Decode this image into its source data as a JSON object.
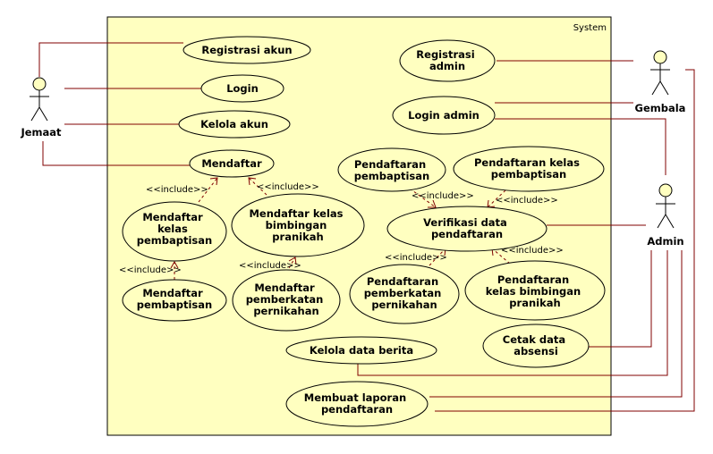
{
  "system": {
    "label": "System"
  },
  "actors": {
    "jemaat": "Jemaat",
    "gembala": "Gembala",
    "admin": "Admin"
  },
  "usecases": {
    "registrasi_akun": "Registrasi akun",
    "login": "Login",
    "kelola_akun": "Kelola akun",
    "mendaftar": "Mendaftar",
    "mendaftar_kelas_pembaptisan": [
      "Mendaftar",
      "kelas",
      "pembaptisan"
    ],
    "mendaftar_pembaptisan": [
      "Mendaftar",
      "pembaptisan"
    ],
    "mendaftar_kelas_bimbingan_pranikah": [
      "Mendaftar kelas",
      "bimbingan",
      "pranikah"
    ],
    "mendaftar_pemberkatan_pernikahan": [
      "Mendaftar",
      "pemberkatan",
      "pernikahan"
    ],
    "registrasi_admin": [
      "Registrasi",
      "admin"
    ],
    "login_admin": "Login admin",
    "pendaftaran_pembaptisan": [
      "Pendaftaran",
      "pembaptisan"
    ],
    "pendaftaran_kelas_pembaptisan": [
      "Pendaftaran kelas",
      "pembaptisan"
    ],
    "verifikasi_data_pendaftaran": [
      "Verifikasi data",
      "pendaftaran"
    ],
    "pendaftaran_pemberkatan_pernikahan": [
      "Pendaftaran",
      "pemberkatan",
      "pernikahan"
    ],
    "pendaftaran_kelas_bimbingan_pranikah": [
      "Pendaftaran",
      "kelas bimbingan",
      "pranikah"
    ],
    "kelola_data_berita": "Kelola data berita",
    "cetak_data_absensi": [
      "Cetak data",
      "absensi"
    ],
    "membuat_laporan_pendaftaran": [
      "Membuat laporan",
      "pendaftaran"
    ]
  },
  "include_label": "<<include>>"
}
